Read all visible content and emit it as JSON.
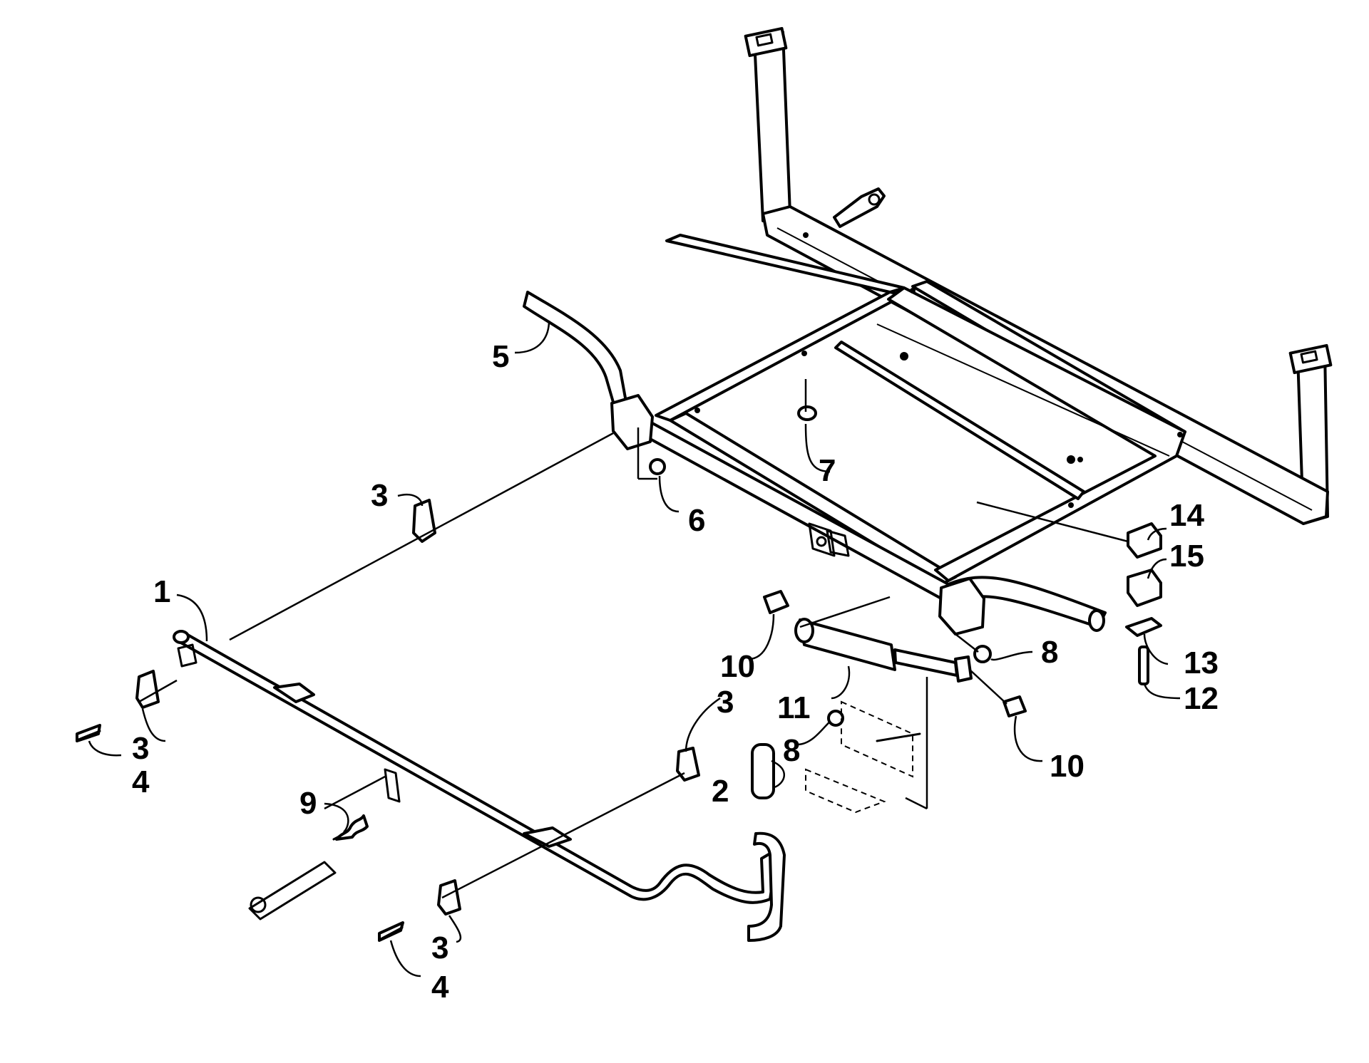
{
  "callouts": [
    {
      "id": "c1",
      "label": "1"
    },
    {
      "id": "c2",
      "label": "2"
    },
    {
      "id": "c3a",
      "label": "3"
    },
    {
      "id": "c3b",
      "label": "3"
    },
    {
      "id": "c3c",
      "label": "3"
    },
    {
      "id": "c3d",
      "label": "3"
    },
    {
      "id": "c4a",
      "label": "4"
    },
    {
      "id": "c4b",
      "label": "4"
    },
    {
      "id": "c5",
      "label": "5"
    },
    {
      "id": "c6",
      "label": "6"
    },
    {
      "id": "c7",
      "label": "7"
    },
    {
      "id": "c8a",
      "label": "8"
    },
    {
      "id": "c8b",
      "label": "8"
    },
    {
      "id": "c9",
      "label": "9"
    },
    {
      "id": "c10a",
      "label": "10"
    },
    {
      "id": "c10b",
      "label": "10"
    },
    {
      "id": "c11",
      "label": "11"
    },
    {
      "id": "c12",
      "label": "12"
    },
    {
      "id": "c13",
      "label": "13"
    },
    {
      "id": "c14",
      "label": "14"
    },
    {
      "id": "c15",
      "label": "15"
    }
  ]
}
